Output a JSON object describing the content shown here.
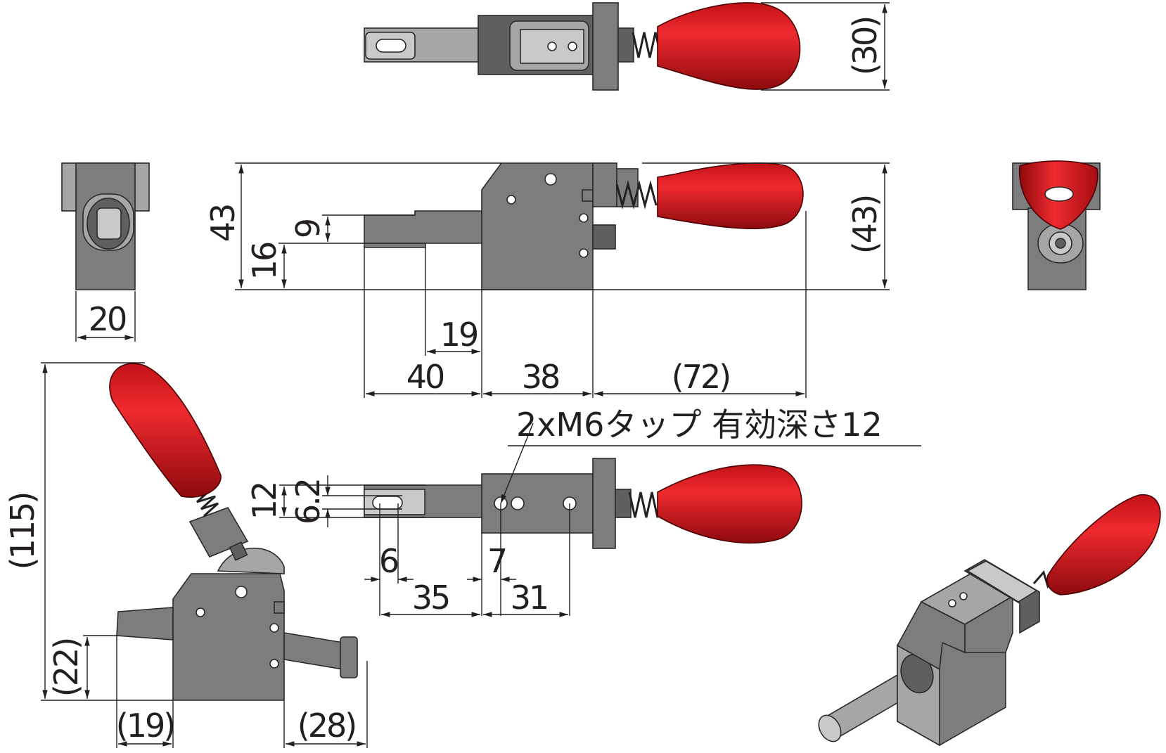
{
  "dimensions": {
    "top_height": "(30)",
    "front_height": "43",
    "front_height_ref": "(43)",
    "side_width": "20",
    "dim_9": "9",
    "dim_16": "16",
    "dim_19": "19",
    "dim_40": "40",
    "dim_38": "38",
    "dim_72": "(72)",
    "dim_12": "12",
    "dim_6_2": "6.2",
    "dim_6": "6",
    "dim_7": "7",
    "dim_35": "35",
    "dim_31": "31",
    "dim_115": "(115)",
    "dim_22": "(22)",
    "dim_19_ref": "(19)",
    "dim_28": "(28)"
  },
  "notes": {
    "tap_note": "2xM6タップ 有効深さ12"
  },
  "colors": {
    "handle_red": "#d9141a",
    "body_gray": "#7d7d7f",
    "line": "#231f20"
  },
  "icons": {
    "arrow": "leader-arrow"
  }
}
